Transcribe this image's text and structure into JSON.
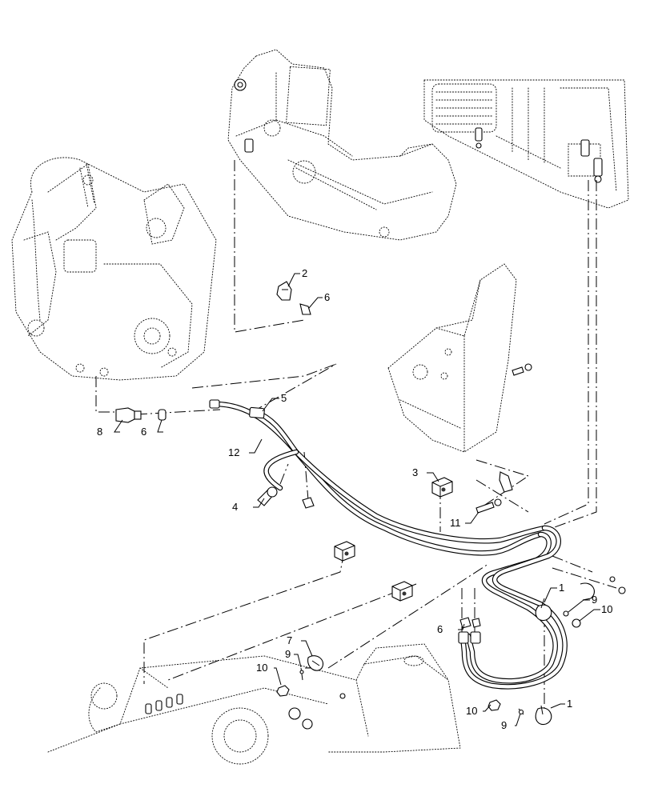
{
  "callouts": {
    "c1a": "1",
    "c1b": "1",
    "c2": "2",
    "c3": "3",
    "c4": "4",
    "c5": "5",
    "c6a": "6",
    "c6b": "6",
    "c6c": "6",
    "c7": "7",
    "c8": "8",
    "c9a": "9",
    "c9b": "9",
    "c9c": "9",
    "c10a": "10",
    "c10b": "10",
    "c10c": "10",
    "c11": "11",
    "c12": "12"
  }
}
